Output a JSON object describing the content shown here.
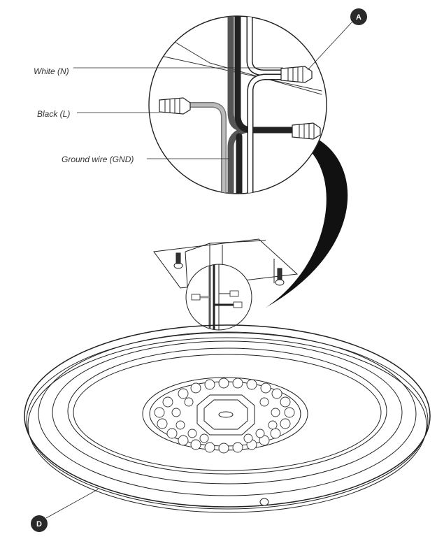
{
  "labels": {
    "white": "White (N)",
    "black": "Black (L)",
    "ground": "Ground wire (GND)"
  },
  "markers": {
    "a": "A",
    "d": "D"
  },
  "colors": {
    "line": "#222222",
    "marker": "#2a2a2a",
    "black_wire": "#333333",
    "ground_wire": "#555555",
    "white_wire": "#ffffff"
  }
}
